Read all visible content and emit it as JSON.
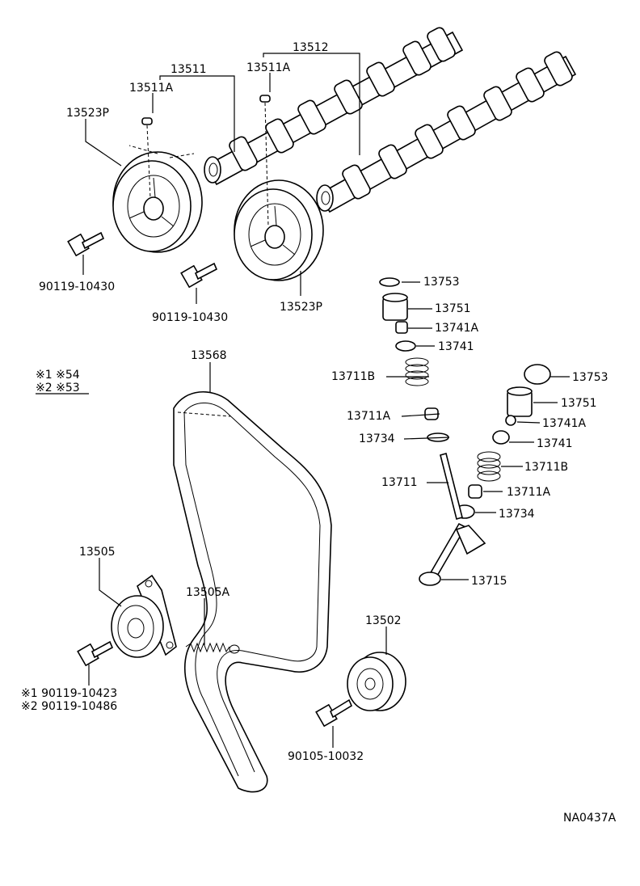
{
  "labels": {
    "p13512": "13512",
    "p13511": "13511",
    "p13511A_left": "13511A",
    "p13511A_right": "13511A",
    "p13523P_left": "13523P",
    "p13523P_right": "13523P",
    "bolt_left": "90119-10430",
    "bolt_right": "90119-10430",
    "p13753_a": "13753",
    "p13751_a": "13751",
    "p13741A_a": "13741A",
    "p13741_a": "13741",
    "p13711B_a": "13711B",
    "p13711A_a": "13711A",
    "p13734_a": "13734",
    "p13711": "13711",
    "p13753_b": "13753",
    "p13751_b": "13751",
    "p13741A_b": "13741A",
    "p13741_b": "13741",
    "p13711B_b": "13711B",
    "p13711A_b": "13711A",
    "p13734_b": "13734",
    "p13715": "13715",
    "p13568": "13568",
    "p13505": "13505",
    "p13505A": "13505A",
    "p13502": "13502",
    "bolt_tensioner_1": "※1  90119-10423",
    "bolt_tensioner_2": "※2  90119-10486",
    "bolt_idler": "90105-10032",
    "note_1": "※1  ※54",
    "note_2": "※2  ※53",
    "diagram_code": "NA0437A"
  }
}
